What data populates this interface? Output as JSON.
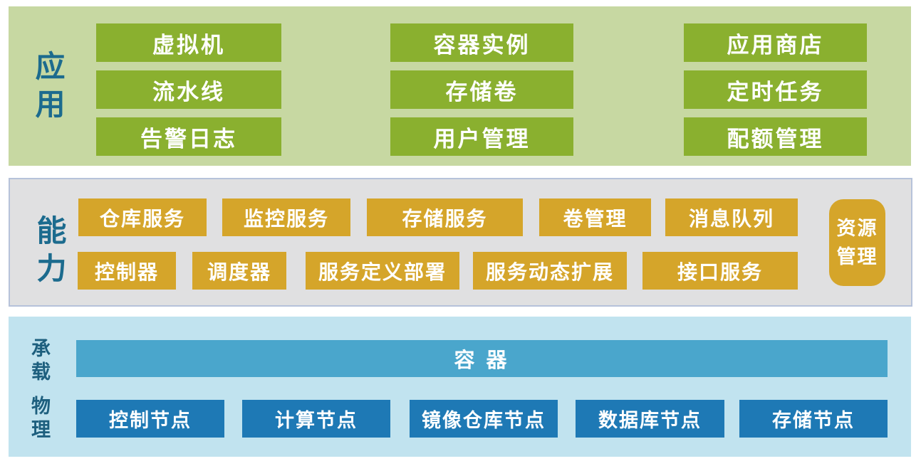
{
  "diagram_title": "container-platform-architecture",
  "colors": {
    "app_panel_bg": "#c7d8a2",
    "app_box": "#8ab02f",
    "cap_panel_bg": "#e0e0e1",
    "cap_panel_border": "#b6c2da",
    "cap_box": "#d5a52a",
    "host_panel_bg": "#c1e3ef",
    "container_bar": "#4aa6cc",
    "node_box": "#1e79b5",
    "layer_label_text": "#1c6b8e",
    "host_label_text": "#1d5f7e",
    "box_text": "#ffffff"
  },
  "layers": {
    "application": {
      "label": "应用",
      "columns": [
        {
          "items": [
            "虚拟机",
            "流水线",
            "告警日志"
          ]
        },
        {
          "items": [
            "容器实例",
            "存储卷",
            "用户管理"
          ]
        },
        {
          "items": [
            "应用商店",
            "定时任务",
            "配额管理"
          ]
        }
      ]
    },
    "capability": {
      "label": "能力",
      "row1": [
        "仓库服务",
        "监控服务",
        "存储服务",
        "卷管理",
        "消息队列"
      ],
      "row2": [
        "控制器",
        "调度器",
        "服务定义部署",
        "服务动态扩展",
        "接口服务"
      ],
      "side_box": "资源管理"
    },
    "hosting": {
      "label": "承载",
      "container_bar": "容 器"
    },
    "physical": {
      "label": "物理",
      "nodes": [
        "控制节点",
        "计算节点",
        "镜像仓库节点",
        "数据库节点",
        "存储节点"
      ]
    }
  }
}
